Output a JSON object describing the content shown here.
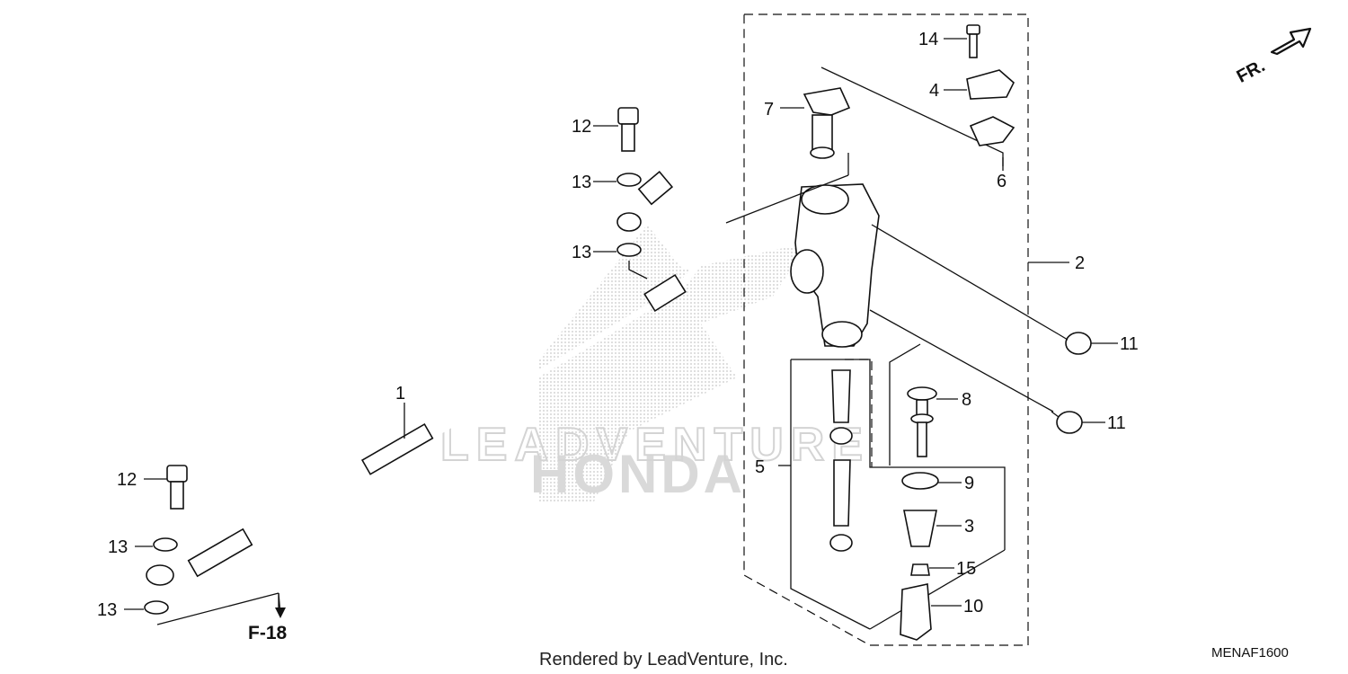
{
  "diagram": {
    "callouts": {
      "c1": "1",
      "c2": "2",
      "c3": "3",
      "c4": "4",
      "c5": "5",
      "c6": "6",
      "c7": "7",
      "c8": "8",
      "c9": "9",
      "c10": "10",
      "c11a": "11",
      "c11b": "11",
      "c12a": "12",
      "c12b": "12",
      "c13a": "13",
      "c13b": "13",
      "c13c": "13",
      "c13d": "13",
      "c14": "14",
      "c15": "15"
    },
    "direction_label": "FR.",
    "reference": "F-18",
    "watermark_brand": "HONDA",
    "watermark_dealer": "LEADVENTURE",
    "credit": "Rendered by LeadVenture, Inc.",
    "diagram_code": "MENAF1600"
  }
}
